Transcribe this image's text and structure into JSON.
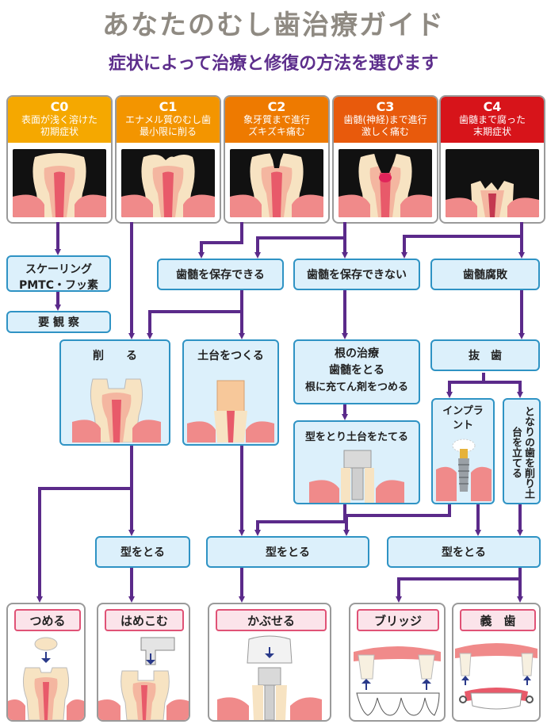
{
  "title": "あなたのむし歯治療ガイド",
  "subtitle": "症状によって治療と修復の方法を選びます",
  "stages": [
    {
      "code": "C0",
      "line1": "表面が浅く溶けた",
      "line2": "初期症状",
      "color": "#f5a800"
    },
    {
      "code": "C1",
      "line1": "エナメル質のむし歯",
      "line2": "最小限に削る",
      "color": "#f39500"
    },
    {
      "code": "C2",
      "line1": "象牙質まで進行",
      "line2": "ズキズキ痛む",
      "color": "#ee7a00"
    },
    {
      "code": "C3",
      "line1": "歯髄(神経)まで進行",
      "line2": "激しく痛む",
      "color": "#e85a0c"
    },
    {
      "code": "C4",
      "line1": "歯髄まで腐った",
      "line2": "末期症状",
      "color": "#d7141a"
    }
  ],
  "boxes": {
    "scaling_line1": "スケーリング",
    "scaling_line2": "PMTC・フッ素",
    "observe": "要 観 察",
    "pulp_keep": "歯髄を保存できる",
    "pulp_not": "歯髄を保存できない",
    "pulp_rot": "歯髄腐敗",
    "cut": "削　　る",
    "base": "土台をつくる",
    "root1": "根の治療",
    "root2": "歯髄をとる",
    "root3": "根に充てん剤をつめる",
    "extract": "抜　歯",
    "mold_post": "型をとり土台をたてる",
    "implant": "インプラント",
    "neighbor": "となりの歯を削り土台を立てる",
    "mold1": "型をとる",
    "mold2": "型をとる",
    "mold3": "型をとる"
  },
  "results": [
    "つめる",
    "はめこむ",
    "かぶせる",
    "ブリッジ",
    "義　歯"
  ],
  "colors": {
    "arrow": "#5b2a8a",
    "box_border": "#2f93c4",
    "box_fill": "#dcf0fb",
    "result_border": "#e05276",
    "result_fill": "#fbe4ea"
  }
}
